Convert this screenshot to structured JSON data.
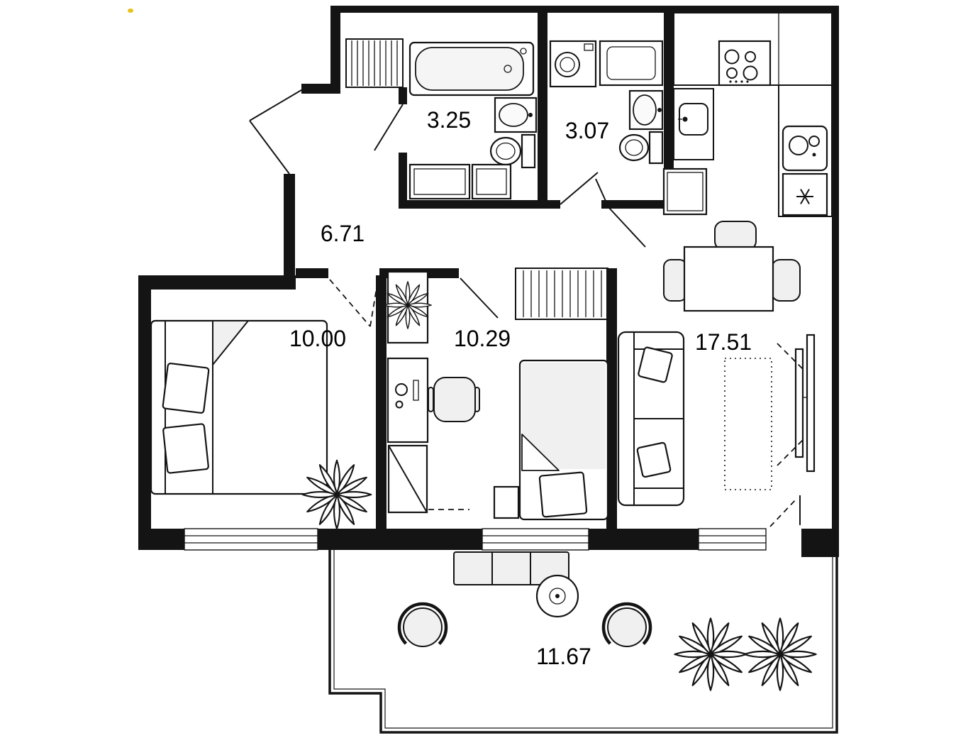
{
  "colors": {
    "background": "#ffffff",
    "walls": "#141414",
    "furniture_light": "#f0f0f0",
    "accent_dot": "#e8c21a"
  },
  "rooms": [
    {
      "id": "bathroom",
      "area": "3.25"
    },
    {
      "id": "wc",
      "area": "3.07"
    },
    {
      "id": "hallway",
      "area": "6.71"
    },
    {
      "id": "bedroom",
      "area": "10.00"
    },
    {
      "id": "kids-room",
      "area": "10.29"
    },
    {
      "id": "living-room",
      "area": "17.51"
    },
    {
      "id": "balcony",
      "area": "11.67"
    }
  ]
}
